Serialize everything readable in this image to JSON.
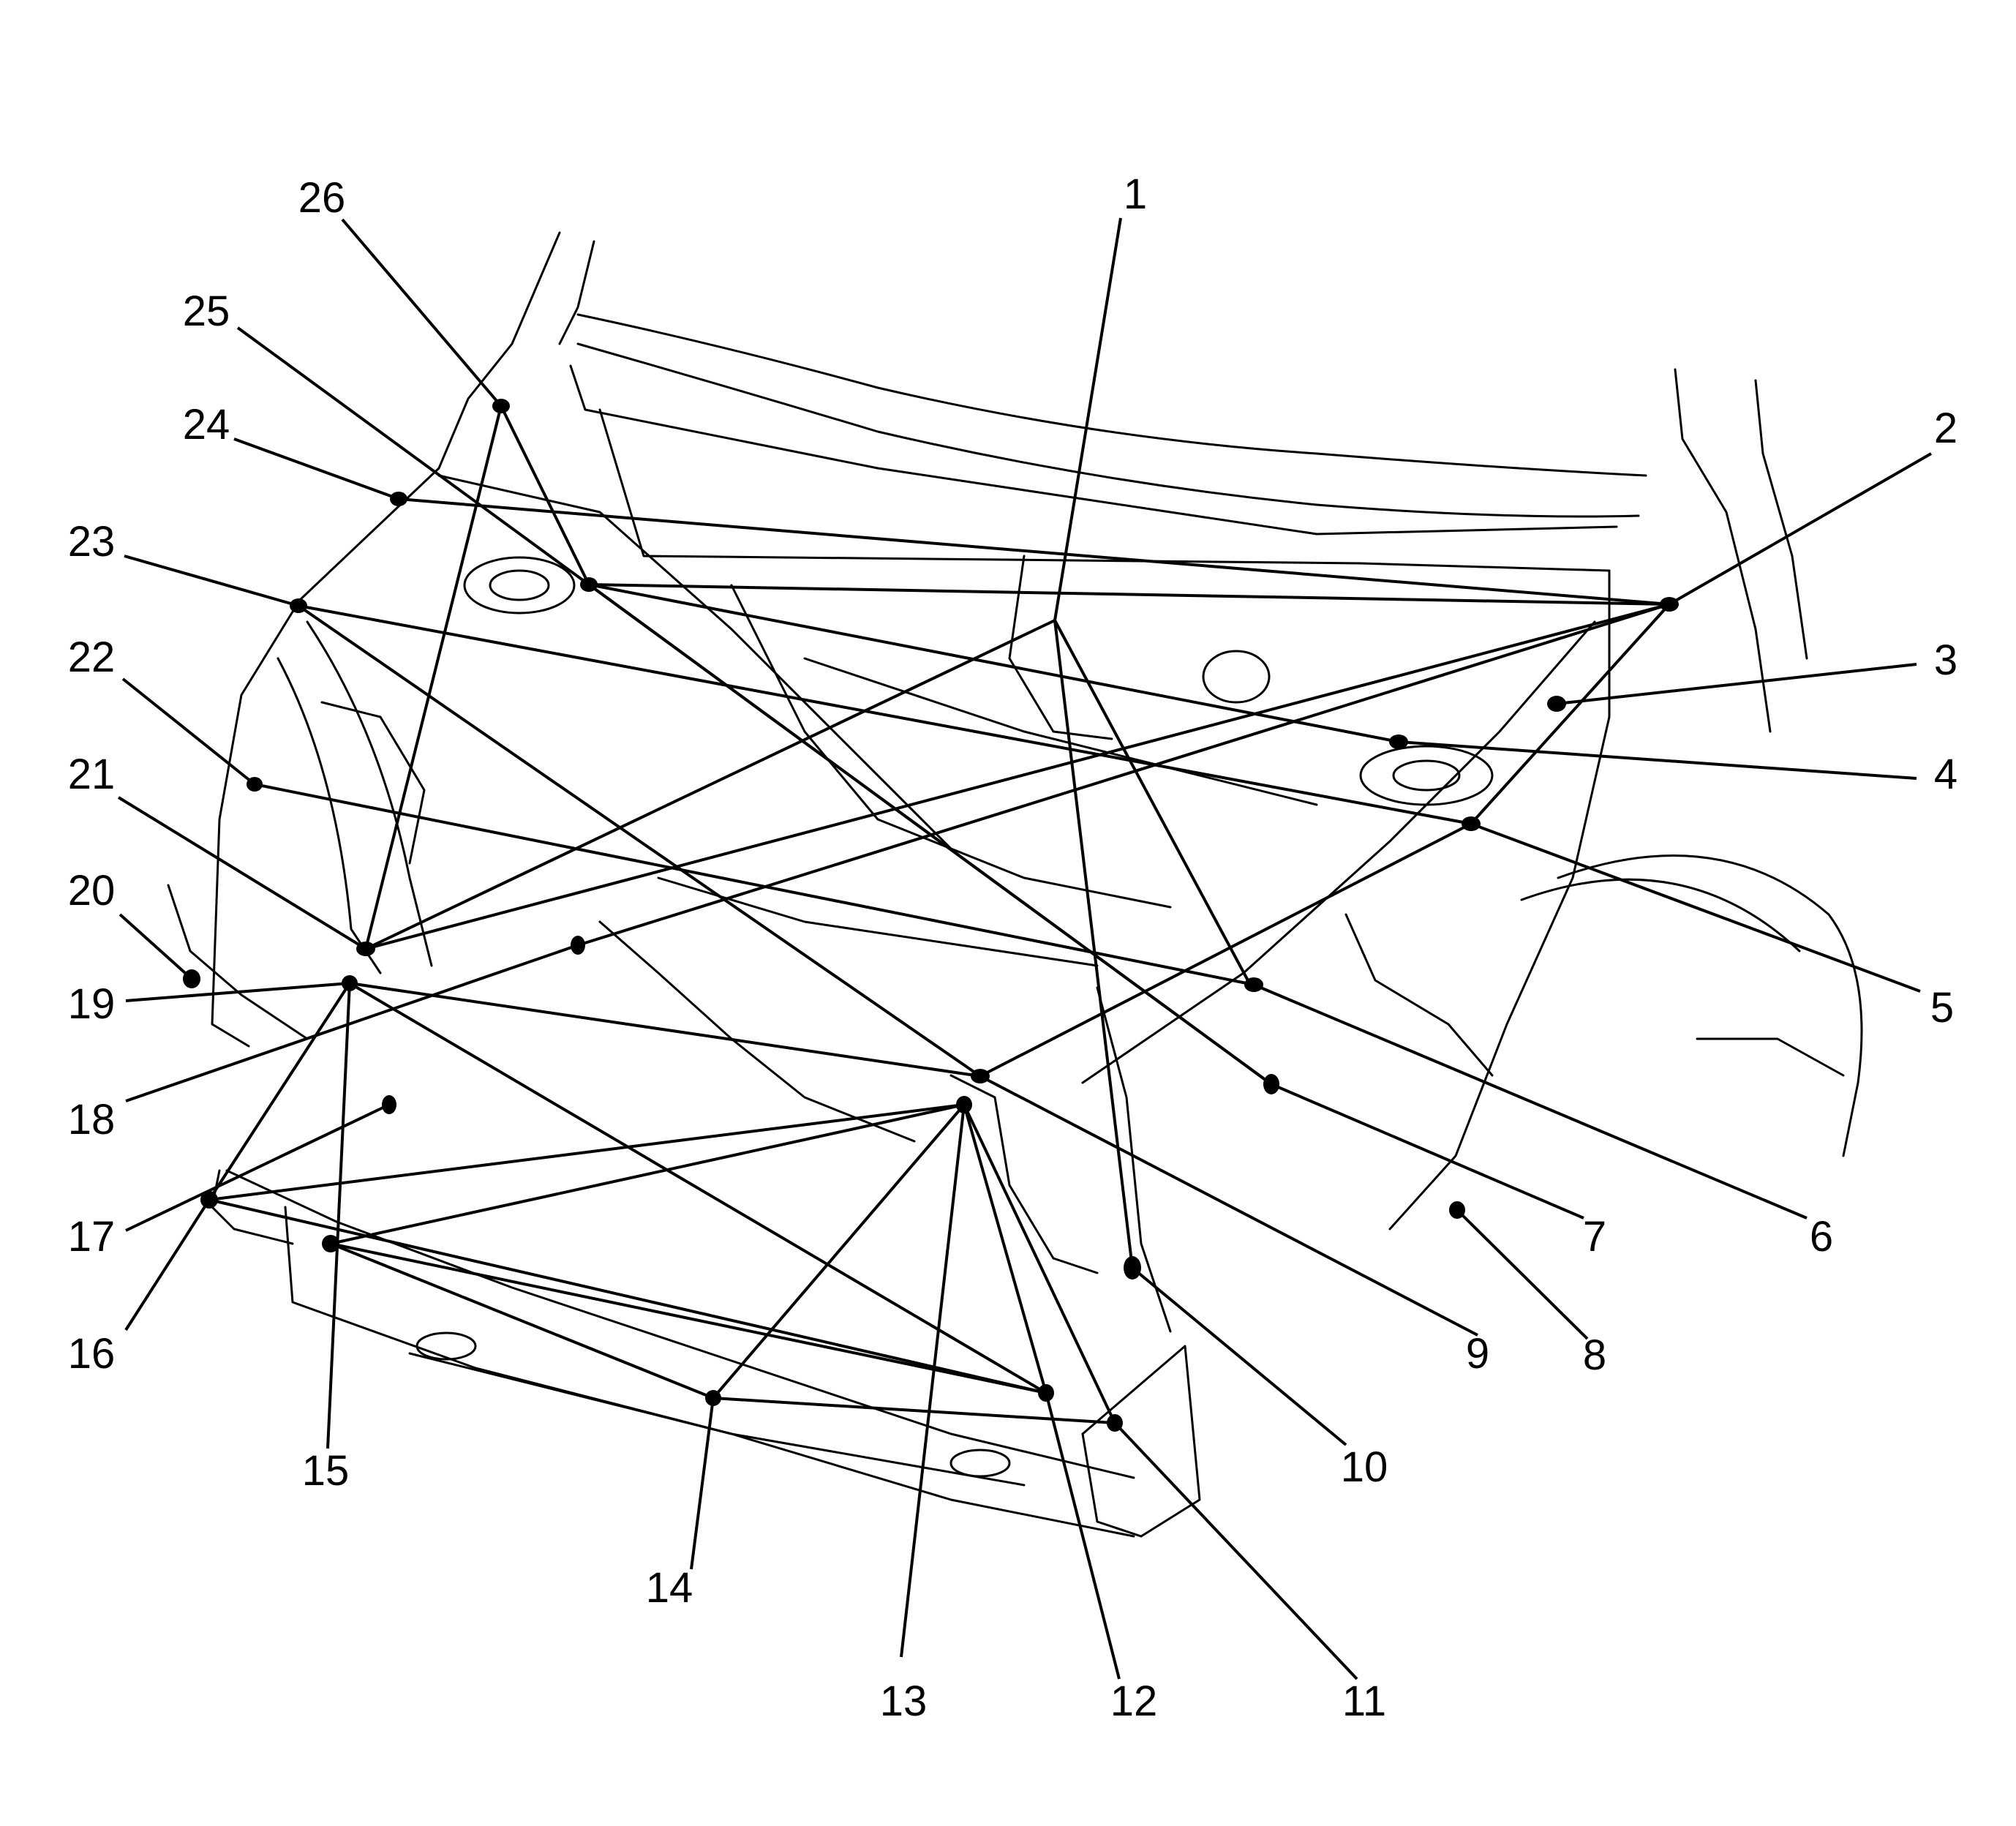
{
  "callouts": [
    "1",
    "2",
    "3",
    "4",
    "5",
    "6",
    "7",
    "8",
    "9",
    "10",
    "11",
    "12",
    "13",
    "14",
    "15",
    "16",
    "17",
    "18",
    "19",
    "20",
    "21",
    "22",
    "23",
    "24",
    "25",
    "26"
  ]
}
